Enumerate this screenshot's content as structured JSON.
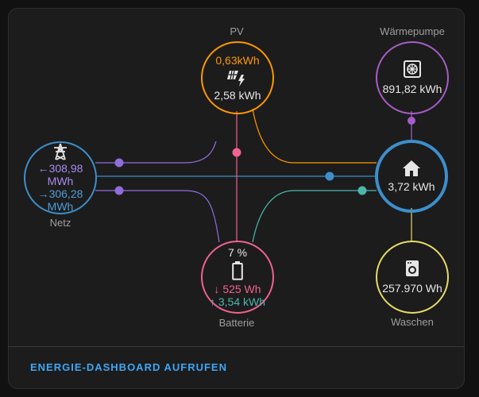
{
  "colors": {
    "pv": "#ff9800",
    "grid": "#8f6ddb",
    "grid_return": "#3d8fcc",
    "battery": "#f06292",
    "battery_in": "#4db6ac",
    "home": "#3d8fcc",
    "heatpump": "#a65dc7",
    "washer": "#e8dc66"
  },
  "pv": {
    "label": "PV",
    "top_value": "0,63kWh",
    "value": "2,58 kWh",
    "icon": "solar-panel-icon"
  },
  "grid": {
    "label": "Netz",
    "import_value": "308,98",
    "import_unit": "MWh",
    "export_value": "306,28",
    "export_unit": "MWh",
    "icon": "transmission-tower-icon"
  },
  "home": {
    "value": "3,72 kWh",
    "icon": "home-icon"
  },
  "battery": {
    "label": "Batterie",
    "soc": "7 %",
    "discharge": "525 Wh",
    "charge": "3,54 kWh",
    "icon": "battery-icon"
  },
  "heatpump": {
    "label": "Wärmepumpe",
    "value": "891,82 kWh",
    "icon": "heat-pump-icon"
  },
  "washer": {
    "label": "Waschen",
    "value": "257.970 Wh",
    "icon": "washing-machine-icon"
  },
  "footer": {
    "link_label": "ENERGIE-DASHBOARD AUFRUFEN"
  }
}
